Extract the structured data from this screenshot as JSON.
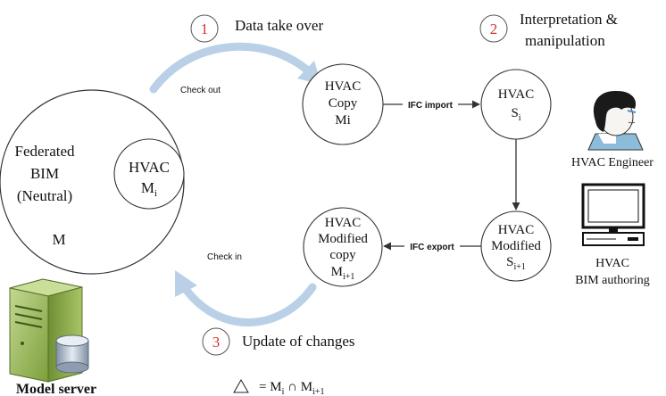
{
  "steps": [
    {
      "number": "1",
      "label": "Data take over"
    },
    {
      "number": "2",
      "label_line1": "Interpretation &",
      "label_line2": "manipulation"
    },
    {
      "number": "3",
      "label": "Update of changes"
    }
  ],
  "federated": {
    "line1": "Federated",
    "line2": "BIM",
    "line3": "(Neutral)",
    "model_letter": "M",
    "inner_title": "HVAC",
    "inner_base": "M",
    "inner_sub": "i"
  },
  "nodes": {
    "copy": {
      "line1": "HVAC",
      "line2": "Copy",
      "line3": "Mi"
    },
    "si": {
      "line1": "HVAC",
      "base": "S",
      "sub": "i"
    },
    "modified_si": {
      "line1": "HVAC",
      "line2": "Modified",
      "base": "S",
      "sub": "i+1"
    },
    "modified_copy": {
      "line1": "HVAC",
      "line2": "Modified",
      "line3": "copy",
      "base": "M",
      "sub": "i+1"
    }
  },
  "arrows": {
    "check_out": "Check out",
    "check_in": "Check in",
    "ifc_import": "IFC import",
    "ifc_export": "IFC export"
  },
  "actors": {
    "engineer": "HVAC Engineer",
    "authoring_line1": "HVAC",
    "authoring_line2": "BIM authoring",
    "server": "Model server"
  },
  "formula": {
    "equals": "= ",
    "base_a": "M",
    "sub_a": "i",
    "op": " ∩ ",
    "base_b": "M",
    "sub_b": "i+1"
  },
  "colors": {
    "step_number": "#d9302c",
    "arrow_blue": "#b9d0e6",
    "node_stroke": "#333333",
    "server_green": "#8fb04a"
  }
}
